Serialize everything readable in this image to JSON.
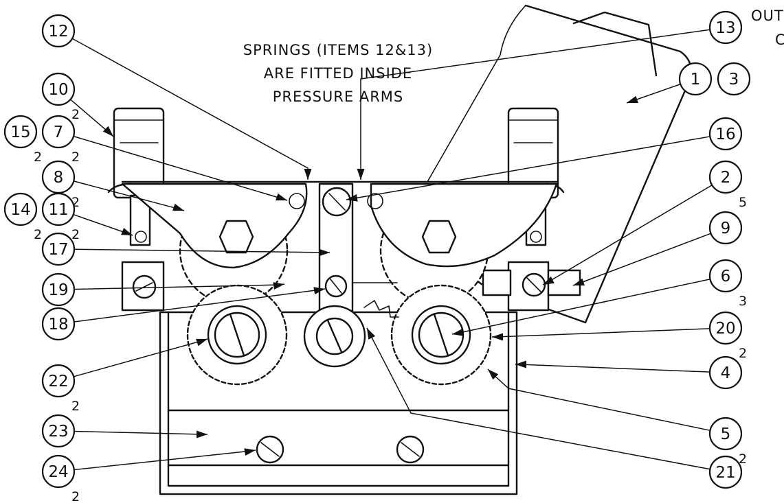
{
  "note_lines": [
    "SPRINGS (ITEMS 12&13)",
    "ARE FITTED INSIDE",
    "PRESSURE ARMS"
  ],
  "side_note_lines": [
    "OUT",
    "C"
  ],
  "callouts": [
    {
      "label": "12",
      "qty": ""
    },
    {
      "label": "13",
      "qty": ""
    },
    {
      "label": "10",
      "qty": "2"
    },
    {
      "label": "15",
      "qty": "2"
    },
    {
      "label": "7",
      "qty": "2"
    },
    {
      "label": "8",
      "qty": "2"
    },
    {
      "label": "14",
      "qty": "2"
    },
    {
      "label": "11",
      "qty": "2"
    },
    {
      "label": "17",
      "qty": ""
    },
    {
      "label": "19",
      "qty": ""
    },
    {
      "label": "18",
      "qty": ""
    },
    {
      "label": "22",
      "qty": "2"
    },
    {
      "label": "23",
      "qty": ""
    },
    {
      "label": "24",
      "qty": "2"
    },
    {
      "label": "1",
      "qty": ""
    },
    {
      "label": "3",
      "qty": ""
    },
    {
      "label": "16",
      "qty": ""
    },
    {
      "label": "2",
      "qty": "5"
    },
    {
      "label": "9",
      "qty": ""
    },
    {
      "label": "6",
      "qty": "3"
    },
    {
      "label": "20",
      "qty": "2"
    },
    {
      "label": "4",
      "qty": ""
    },
    {
      "label": "5",
      "qty": "2"
    },
    {
      "label": "21",
      "qty": ""
    }
  ]
}
